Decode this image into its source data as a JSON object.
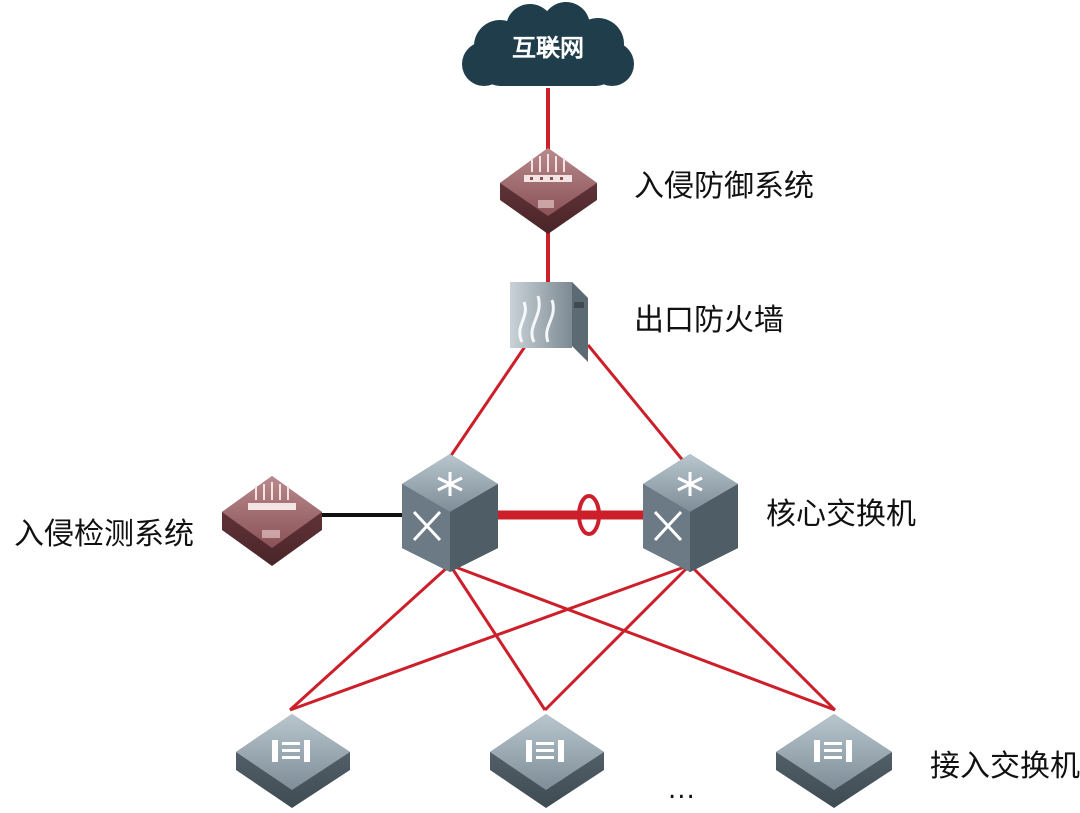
{
  "cloud": {
    "label": "互联网"
  },
  "labels": {
    "ips": "入侵防御系统",
    "firewall": "出口防火墙",
    "ids": "入侵检测系统",
    "core": "核心交换机",
    "access": "接入交换机"
  },
  "ellipsis": "...",
  "colors": {
    "link": "#cc1f2a",
    "ids_link": "#111111",
    "cloud": "#1f3d4a",
    "device_dark": "#5a6770",
    "security_device": "#8a5055"
  },
  "icons": {
    "cloud": "cloud-icon",
    "ips": "ips-appliance-icon",
    "firewall": "firewall-icon",
    "ids": "ids-appliance-icon",
    "core_switch": "core-switch-icon",
    "access_switch": "access-switch-icon",
    "link_aggregation": "link-aggregation-icon"
  }
}
